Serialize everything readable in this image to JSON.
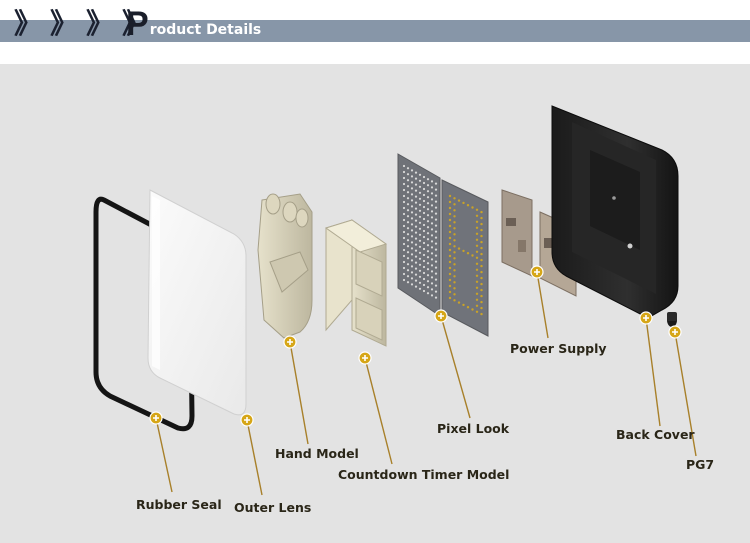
{
  "header": {
    "chevron_icon": "double-chevron-right-icon",
    "chevrons": [
      "》",
      "》",
      "》",
      "》"
    ],
    "title_first": "P",
    "title_rest": "roduct Details",
    "bar_color": "#8796a8"
  },
  "parts": [
    {
      "id": "rubber-seal",
      "label": "Rubber Seal"
    },
    {
      "id": "outer-lens",
      "label": "Outer Lens"
    },
    {
      "id": "hand-model",
      "label": "Hand Model"
    },
    {
      "id": "countdown-timer-model",
      "label": "Countdown Timer Model"
    },
    {
      "id": "pixel-look",
      "label": "Pixel Look"
    },
    {
      "id": "power-supply",
      "label": "Power Supply"
    },
    {
      "id": "back-cover",
      "label": "Back Cover"
    },
    {
      "id": "pg7",
      "label": "PG7"
    }
  ],
  "colors": {
    "marker": "#d6a617",
    "leader": "#a8802a",
    "label": "#2a2618"
  }
}
